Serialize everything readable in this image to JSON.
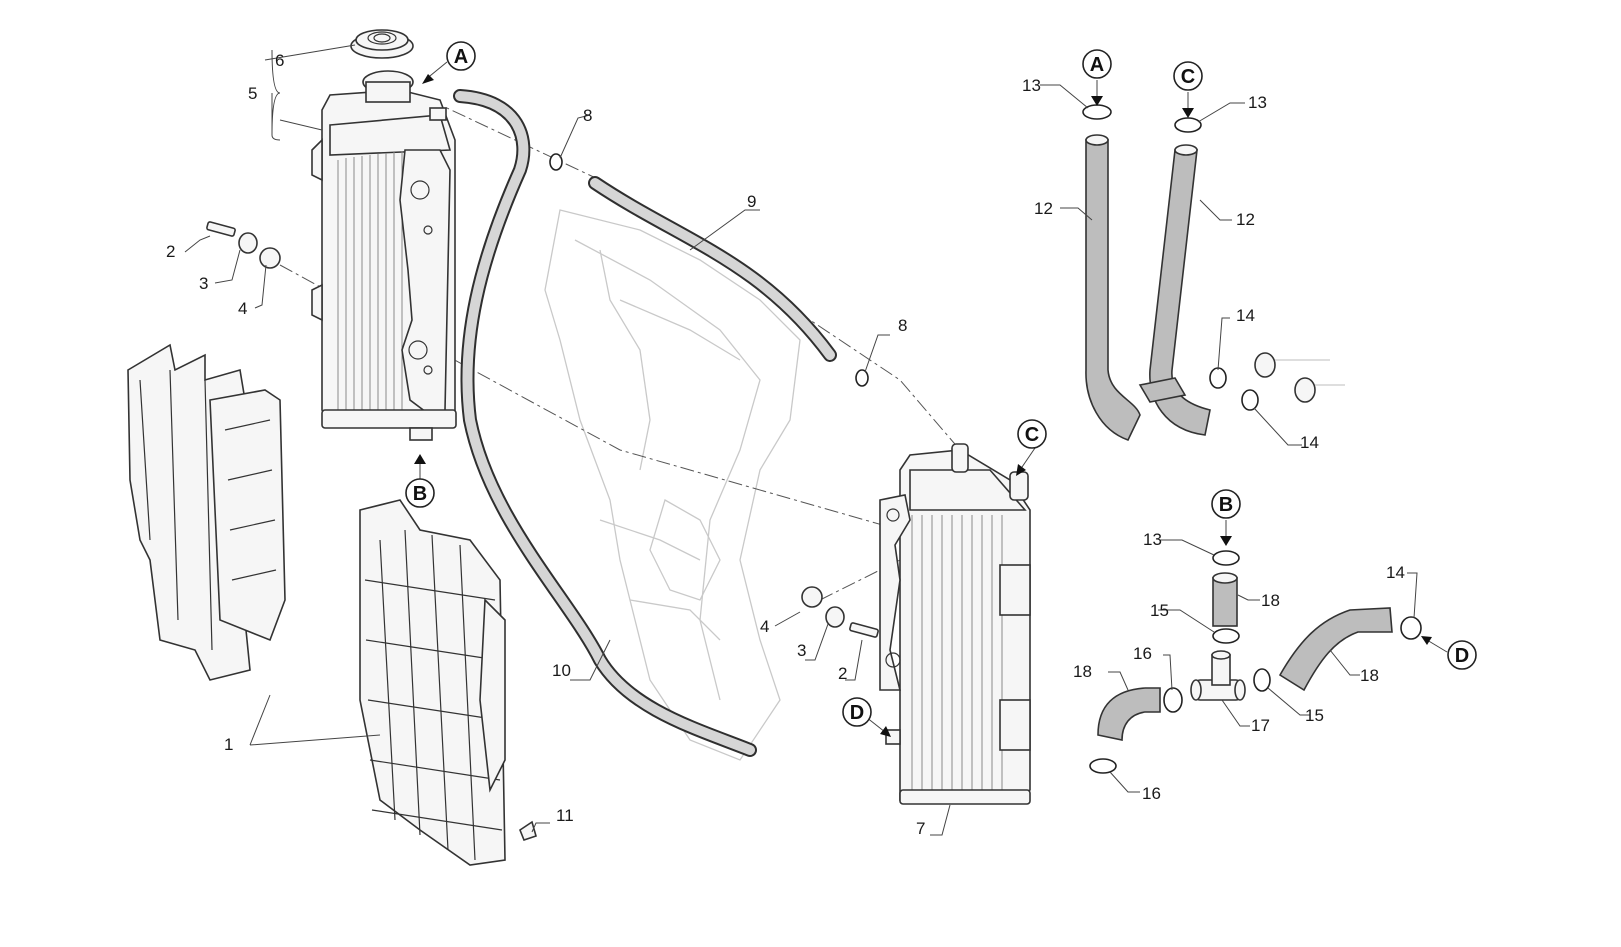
{
  "diagram": {
    "labels": {
      "l1": "1",
      "l2a": "2",
      "l2b": "2",
      "l3a": "3",
      "l3b": "3",
      "l4a": "4",
      "l4b": "4",
      "l5": "5",
      "l6": "6",
      "l7": "7",
      "l8a": "8",
      "l8b": "8",
      "l9": "9",
      "l10": "10",
      "l11": "11",
      "l12a": "12",
      "l12b": "12",
      "l13a": "13",
      "l13b": "13",
      "l13c": "13",
      "l14a": "14",
      "l14b": "14",
      "l14c": "14",
      "l15a": "15",
      "l15b": "15",
      "l16a": "16",
      "l16b": "16",
      "l17": "17",
      "l18a": "18",
      "l18b": "18",
      "l18c": "18"
    },
    "connectors": {
      "A1": "A",
      "A2": "A",
      "B1": "B",
      "B2": "B",
      "C1": "C",
      "C2": "C",
      "D1": "D",
      "D2": "D"
    }
  }
}
